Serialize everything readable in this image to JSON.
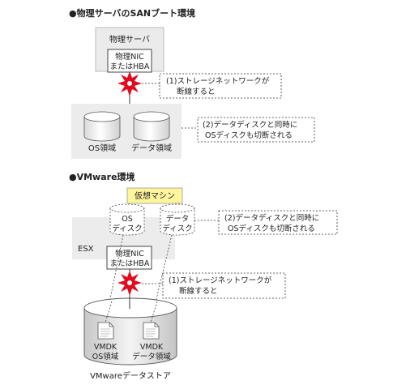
{
  "section1": {
    "title": "●物理サーバのSANブート環境",
    "server_label": "物理サーバ",
    "nic_lines": [
      "物理NIC",
      "またはHBA"
    ],
    "disks": [
      {
        "label": "OS領域"
      },
      {
        "label": "データ領域"
      }
    ],
    "callout1_lines": [
      "(1)ストレージネットワークが",
      "断線すると"
    ],
    "callout2_lines": [
      "(2)データディスクと同時に",
      "OSディスクも切断される"
    ]
  },
  "section2": {
    "title": "●VMware環境",
    "vm_label": "仮想マシン",
    "vdisk_os_lines": [
      "OS",
      "ディスク"
    ],
    "vdisk_data_lines": [
      "データ",
      "ディスク"
    ],
    "esx_label": "ESX",
    "nic_lines": [
      "物理NIC",
      "またはHBA"
    ],
    "callout2_lines": [
      "(2)データディスクと同時に",
      "OSディスクも切断される"
    ],
    "callout1_lines": [
      "(1)ストレージネットワークが",
      "断線すると"
    ],
    "vmdk_os_lines": [
      "VMDK",
      "OS領域"
    ],
    "vmdk_data_lines": [
      "VMDK",
      "データ領域"
    ],
    "datastore_label": "VMwareデータストア"
  },
  "colors": {
    "panel_gray": "#ececec",
    "box_fill": "#ffffff",
    "vm_yellow": "#fff59d",
    "burst_red": "#e10a1e",
    "line": "#333333"
  }
}
